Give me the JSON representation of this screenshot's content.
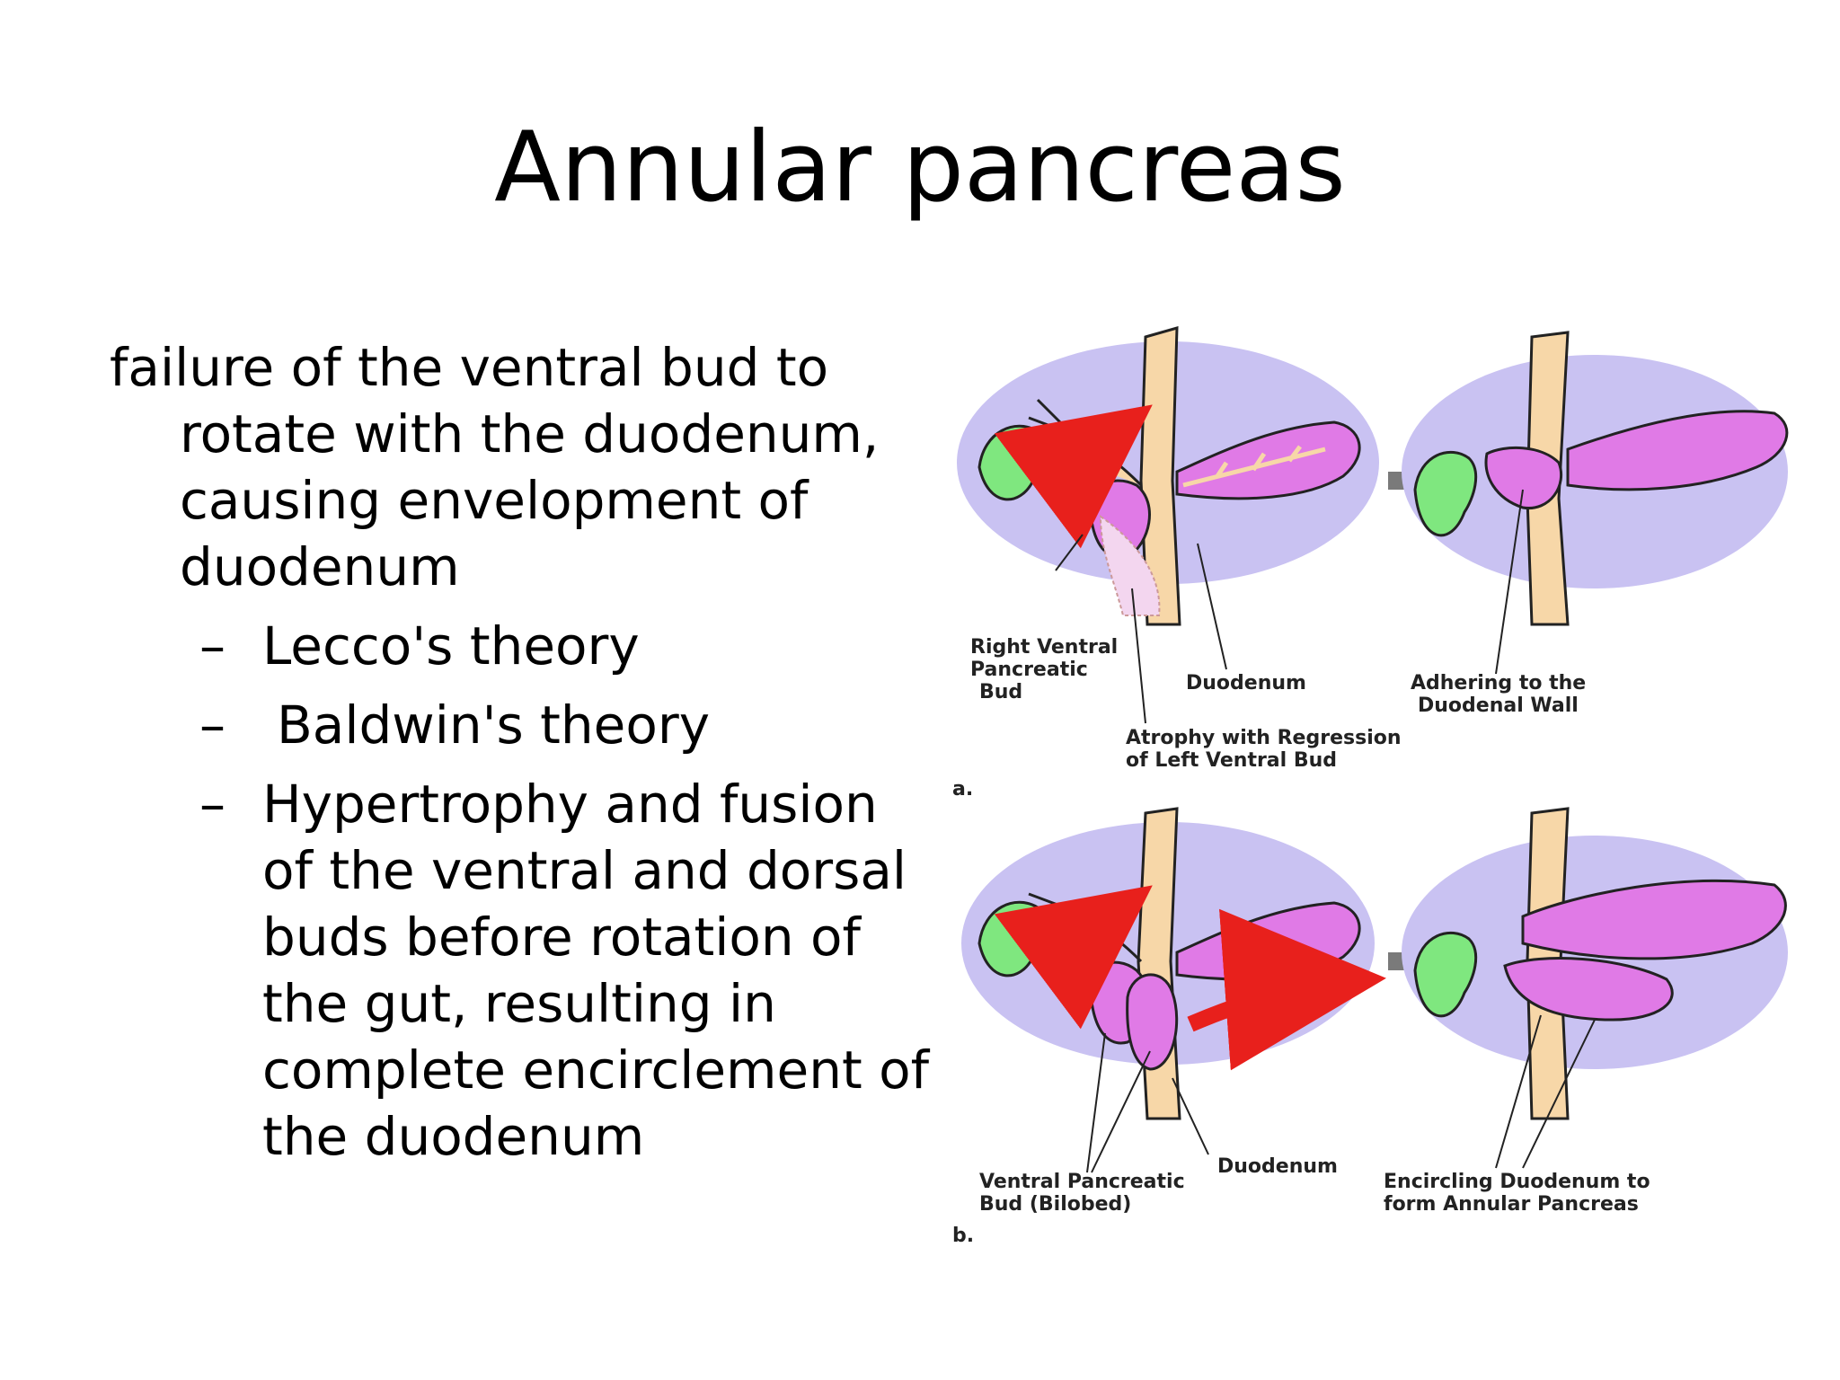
{
  "slide": {
    "title": "Annular pancreas",
    "paragraph": "failure of the ventral bud to rotate with the duodenum, causing envelopment of duodenum",
    "bullets": [
      {
        "dash": "–",
        "text": "Lecco's theory"
      },
      {
        "dash": "–",
        "text": "Baldwin's theory"
      },
      {
        "dash": "–",
        "text": "Hypertrophy and fusion of the ventral and dorsal buds before rotation of the gut, resulting in complete encirclement of the duodenum"
      }
    ]
  },
  "figure": {
    "panel_a": {
      "letter": "a.",
      "right_ventral_bud_line1": "Right Ventral",
      "right_ventral_bud_line2": "Pancreatic",
      "right_ventral_bud_line3": "Bud",
      "duodenum": "Duodenum",
      "atrophy_line1": "Atrophy with Regression",
      "atrophy_line2": "of Left Ventral Bud",
      "adhering_line1": "Adhering to the",
      "adhering_line2": "Duodenal Wall"
    },
    "panel_b": {
      "letter": "b.",
      "ventral_bud_line1": "Ventral Pancreatic",
      "ventral_bud_line2": "Bud  (Bilobed)",
      "duodenum": "Duodenum",
      "encircling_line1": "Encircling Duodenum to",
      "encircling_line2": "form Annular Pancreas"
    },
    "colors": {
      "background_blob": "#c9c2f2",
      "duodenum": "#f7d7a8",
      "pancreas": "#e07ae6",
      "gallbladder": "#7fe77f",
      "arrow_red": "#e8201c",
      "arrow_gray": "#7a7a7a"
    }
  }
}
